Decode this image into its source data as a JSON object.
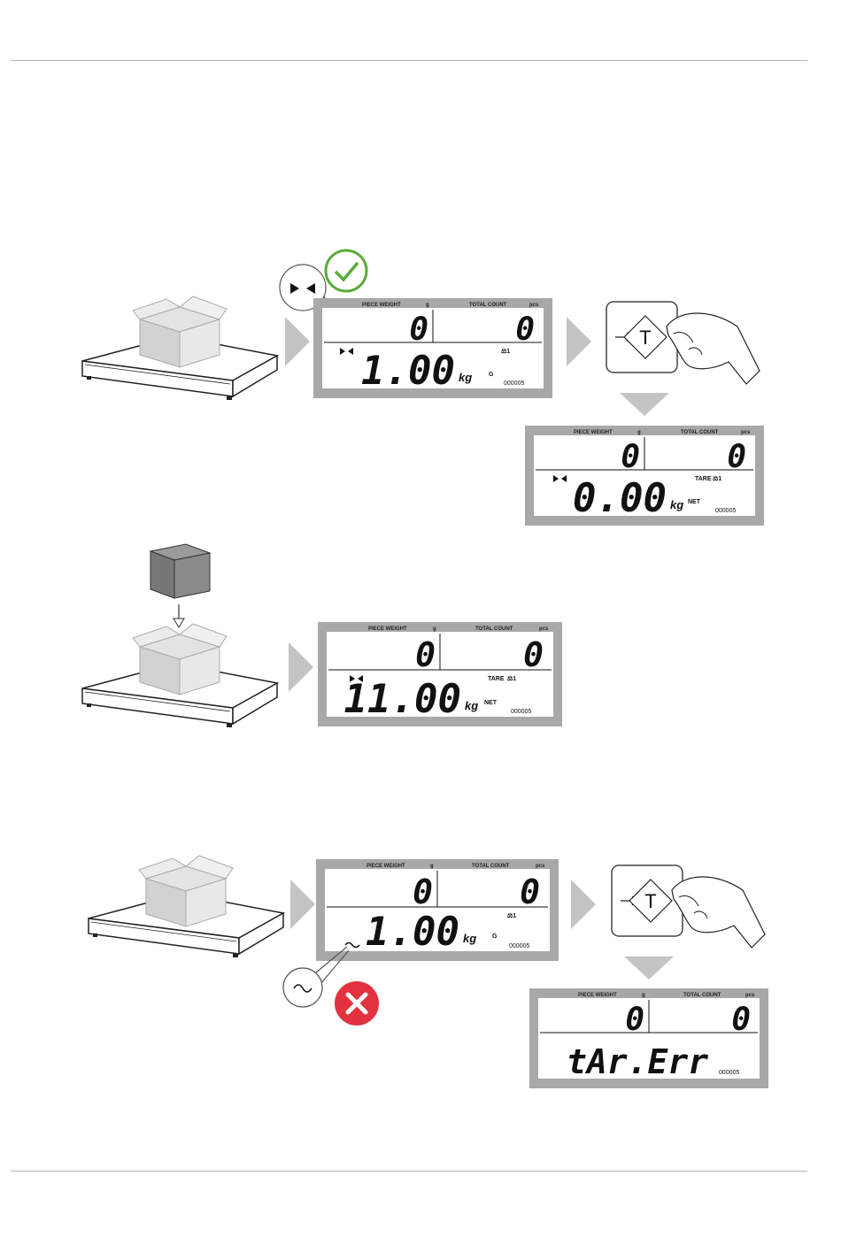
{
  "display": {
    "piece_weight_label": "PIECE WEIGHT",
    "piece_weight_unit": "g",
    "total_count_label": "TOTAL COUNT",
    "total_count_unit": "pcs",
    "tare_label": "TARE",
    "net_label": "NET",
    "gross_label": "G",
    "scale_label": "⚖1",
    "counter": "000005"
  },
  "tare_key": {
    "label": "T"
  },
  "scenario_1": {
    "screen_before": {
      "piece_weight": "0",
      "total_count": "0",
      "weight": "1.00",
      "unit": "kg"
    },
    "screen_after": {
      "piece_weight": "0",
      "total_count": "0",
      "weight": "0.00",
      "unit": "kg"
    }
  },
  "scenario_2": {
    "screen": {
      "piece_weight": "0",
      "total_count": "0",
      "weight": "11.00",
      "unit": "kg"
    }
  },
  "scenario_3": {
    "screen_before": {
      "piece_weight": "0",
      "total_count": "0",
      "weight": "1.00",
      "unit": "kg"
    },
    "screen_after": {
      "piece_weight": "0",
      "total_count": "0",
      "message": "tAr.Err"
    }
  },
  "colors": {
    "lcd_frame": "#a8a8a8",
    "lcd_bg": "#ffffff",
    "ok": "#5aab3c",
    "error": "#e2323f",
    "arrow": "#c4c4c4"
  },
  "icons": [
    "stable-icon",
    "unstable-icon",
    "check-icon",
    "error-icon",
    "tare-key-icon",
    "hand-icon",
    "box-icon",
    "scale-platform-icon"
  ]
}
